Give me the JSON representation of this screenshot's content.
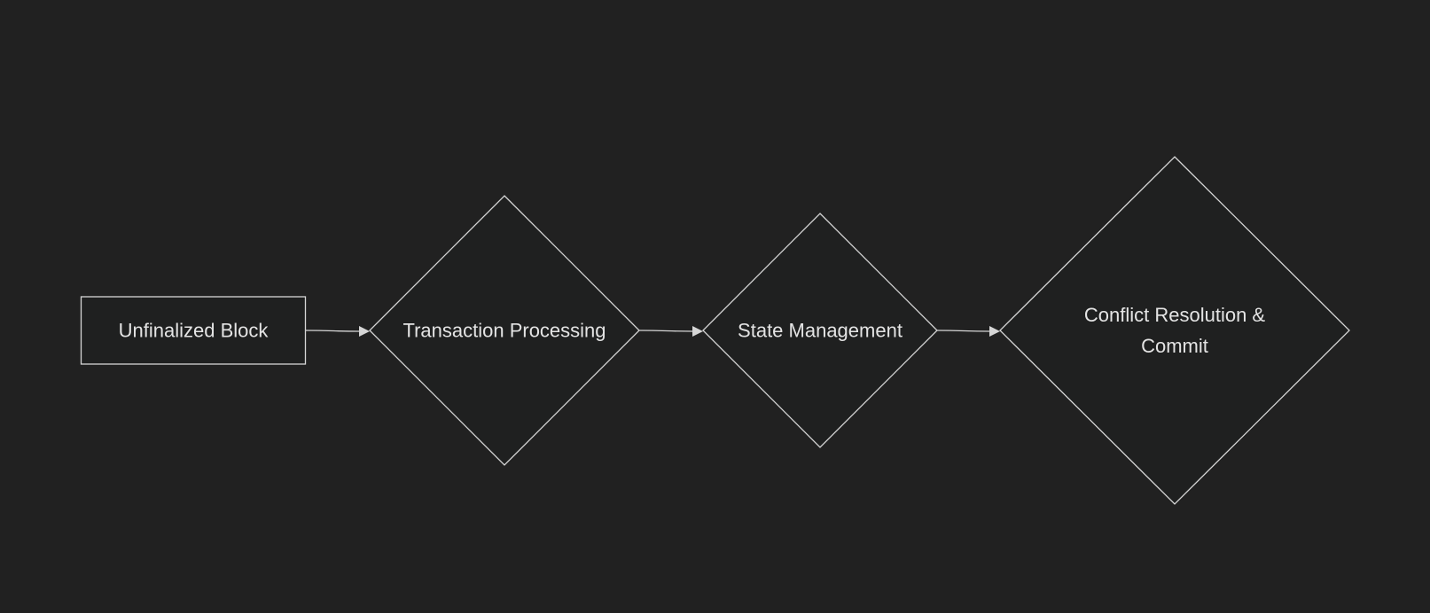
{
  "diagram": {
    "background": "#212121",
    "node_fill": "#1f2020",
    "stroke_color": "#d6d6d6",
    "text_color": "#e4e4e4",
    "nodes": [
      {
        "id": "unfinalized-block",
        "shape": "rectangle",
        "label_lines": [
          "Unfinalized Block"
        ]
      },
      {
        "id": "transaction-processing",
        "shape": "diamond",
        "label_lines": [
          "Transaction Processing"
        ]
      },
      {
        "id": "state-management",
        "shape": "diamond",
        "label_lines": [
          "State Management"
        ]
      },
      {
        "id": "conflict-resolution-commit",
        "shape": "diamond",
        "label_lines": [
          "Conflict Resolution &",
          "Commit"
        ]
      }
    ],
    "edges": [
      {
        "from": "unfinalized-block",
        "to": "transaction-processing"
      },
      {
        "from": "transaction-processing",
        "to": "state-management"
      },
      {
        "from": "state-management",
        "to": "conflict-resolution-commit"
      }
    ]
  }
}
